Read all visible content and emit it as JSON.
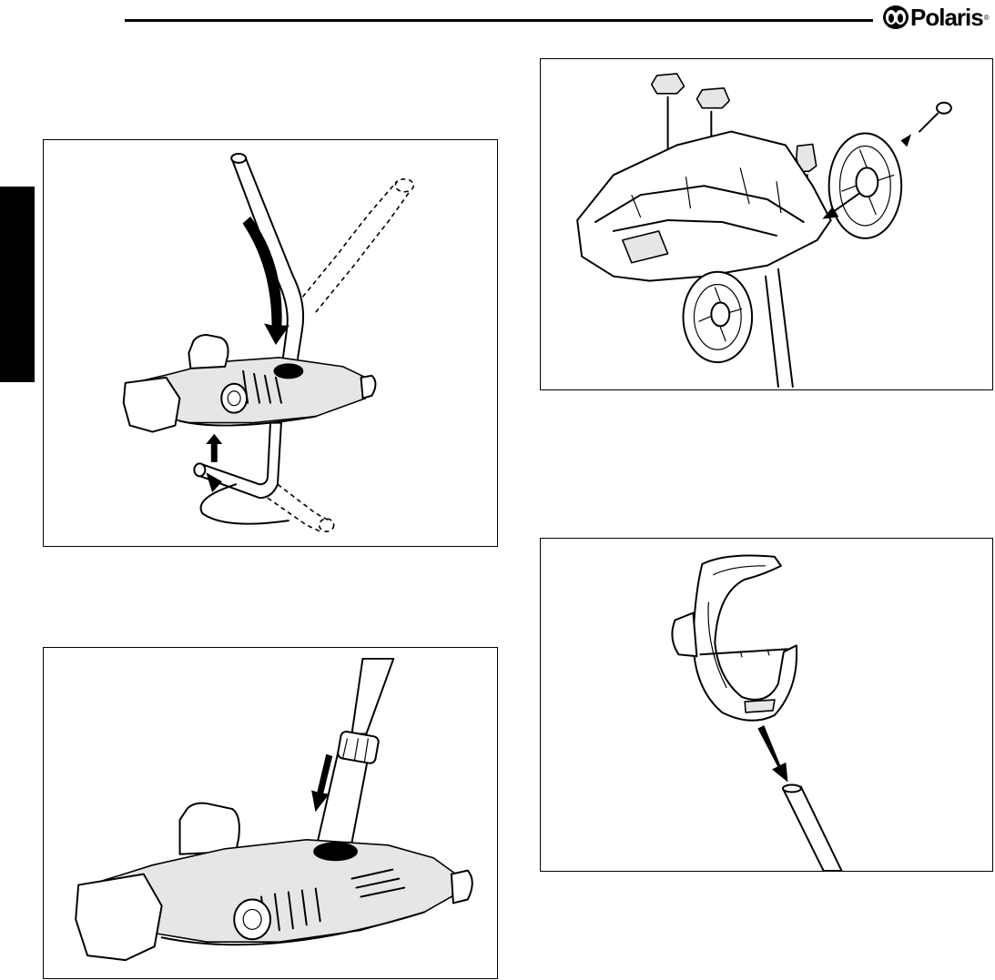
{
  "header": {
    "brand": "Polaris",
    "trademark": "®"
  },
  "icons": {
    "brand_logo": "polaris-logo-icon",
    "arrows": "arrow-icon"
  },
  "figures": [
    {
      "id": "fig-swivel-hose",
      "depicts": "swivel-hose-rotation"
    },
    {
      "id": "fig-hose-insert",
      "depicts": "hose-insert-into-body"
    },
    {
      "id": "fig-wheels-clips",
      "depicts": "wheel-and-clip-assembly"
    },
    {
      "id": "fig-bumper",
      "depicts": "bumper-onto-hose"
    }
  ]
}
